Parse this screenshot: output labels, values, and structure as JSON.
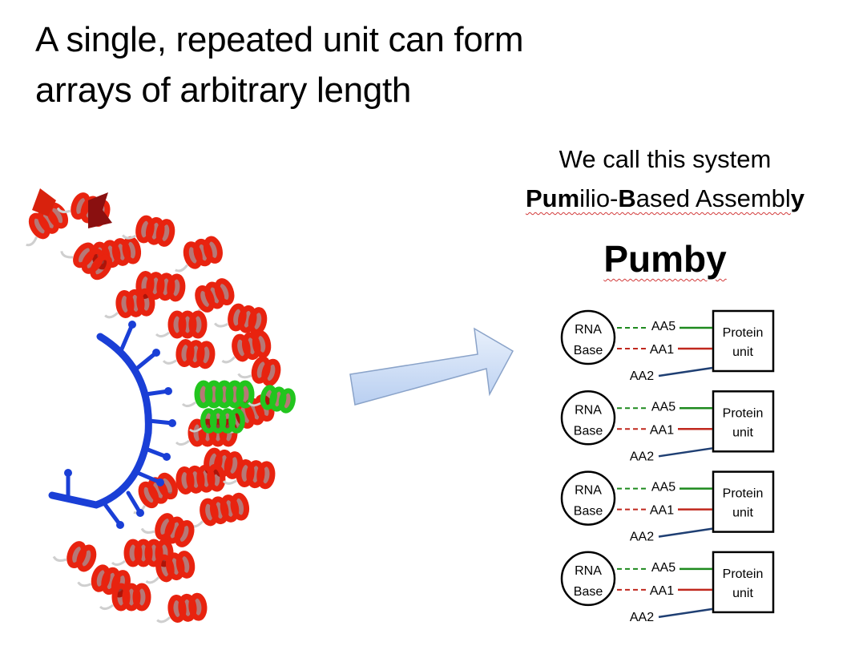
{
  "slide": {
    "title_line1": "A single, repeated unit can form",
    "title_line2": "arrays of arbitrary length",
    "system_line1": "We call this system",
    "system_line2_parts": {
      "p1_bold": "Pum",
      "p2": "ilio-",
      "p3_bold": "B",
      "p4": "ased Assembl",
      "p5_bold": "y"
    },
    "name": "Pumby"
  },
  "diagram": {
    "units": [
      {
        "base_line1": "RNA",
        "base_line2": "Base",
        "aa_top": "AA5",
        "aa_mid": "AA1",
        "aa_bot": "AA2",
        "protein_line1": "Protein",
        "protein_line2": "unit"
      },
      {
        "base_line1": "RNA",
        "base_line2": "Base",
        "aa_top": "AA5",
        "aa_mid": "AA1",
        "aa_bot": "AA2",
        "protein_line1": "Protein",
        "protein_line2": "unit"
      },
      {
        "base_line1": "RNA",
        "base_line2": "Base",
        "aa_top": "AA5",
        "aa_mid": "AA1",
        "aa_bot": "AA2",
        "protein_line1": "Protein",
        "protein_line2": "unit"
      },
      {
        "base_line1": "RNA",
        "base_line2": "Base",
        "aa_top": "AA5",
        "aa_mid": "AA1",
        "aa_bot": "AA2",
        "protein_line1": "Protein",
        "protein_line2": "unit"
      }
    ],
    "colors": {
      "aa5": "#1e8a1e",
      "aa1": "#c0281e",
      "aa2": "#1f3f73",
      "arrow_fill": "#cfe0f7",
      "rna": "#1a3fd6",
      "helix": "#e8230f",
      "highlight": "#22c51e"
    }
  }
}
